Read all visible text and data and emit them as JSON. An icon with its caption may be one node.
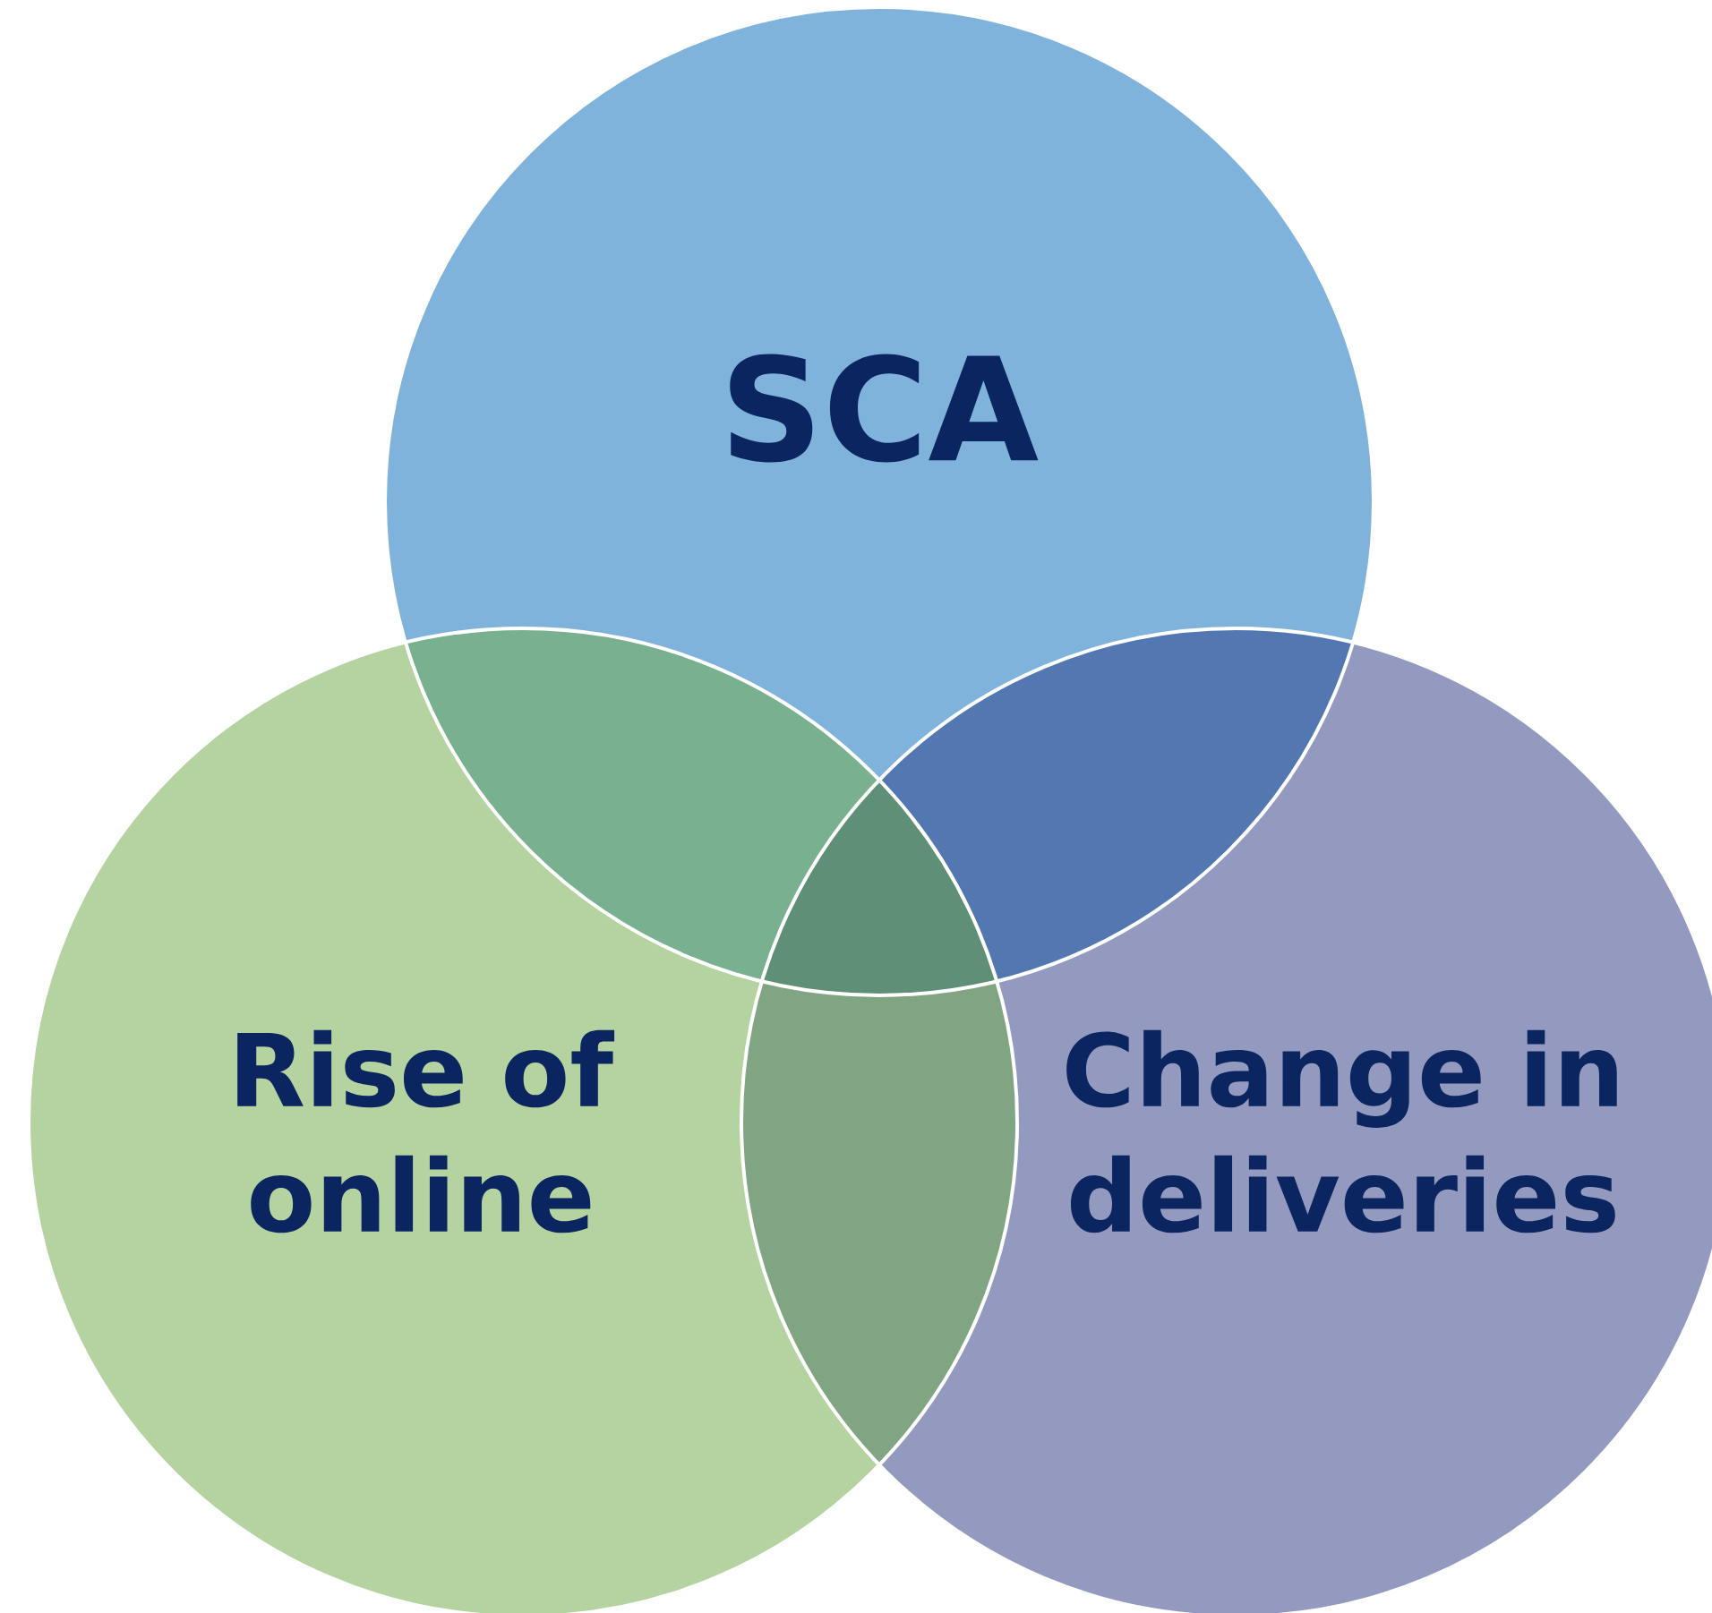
{
  "diagram": {
    "nodes": [
      {
        "text": [
          "SCA"
        ]
      },
      {
        "text": [
          "Rise of online"
        ]
      },
      {
        "text": [
          "Change in deliveries"
        ]
      }
    ]
  }
}
